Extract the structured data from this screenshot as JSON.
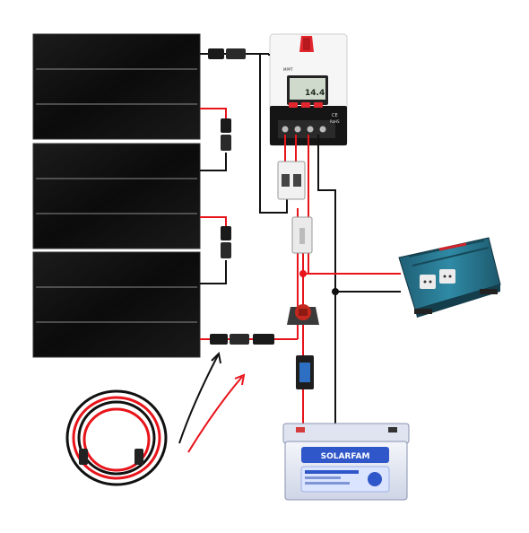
{
  "charge_controller": {
    "model_label": "MPPT",
    "lcd_reading": "14.4",
    "badge_ce": "CE",
    "badge_rohs": "RoHS"
  },
  "battery": {
    "brand": "SOLARFAM"
  },
  "wire_colors": {
    "positive": "#e8141b",
    "negative": "#111111"
  },
  "components": {
    "solar_panels": 3,
    "panel_color": "#141414",
    "controller_accent": "#e2262d",
    "inverter_color": "#2a7f9a",
    "battery_color": "#e9ecf6",
    "battery_accent": "#2f57c9"
  }
}
